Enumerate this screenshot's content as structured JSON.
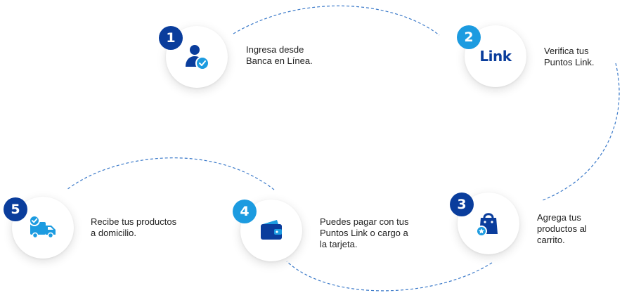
{
  "steps": [
    {
      "number": "1",
      "text": "Ingresa desde\nBanca en Línea.",
      "icon": "user-check-icon"
    },
    {
      "number": "2",
      "text": "Verifica tus\nPuntos Link.",
      "icon": "link-logo"
    },
    {
      "number": "3",
      "text": "Agrega tus\nproductos al\ncarrito.",
      "icon": "shopping-bag-star-icon"
    },
    {
      "number": "4",
      "text": "Puedes pagar con tus\nPuntos Link o  cargo a\nla tarjeta.",
      "icon": "wallet-icon"
    },
    {
      "number": "5",
      "text": "Recibe tus productos\na domicilio.",
      "icon": "delivery-truck-check-icon"
    }
  ],
  "colors": {
    "dark_blue": "#0a3d9c",
    "light_blue": "#1c9be0",
    "connector": "#3a79c9"
  }
}
